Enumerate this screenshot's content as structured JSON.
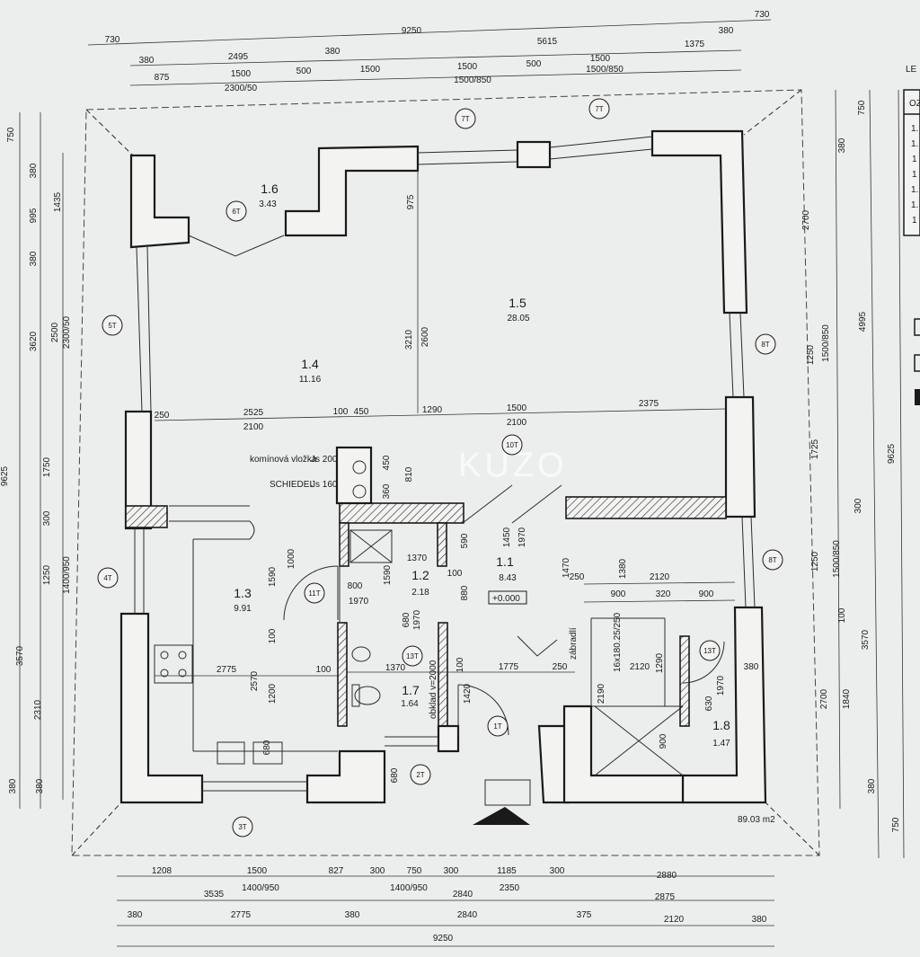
{
  "dims_top": {
    "r1": [
      "730",
      "9250",
      "730"
    ],
    "r2": [
      "380",
      "2495",
      "380",
      "5615",
      "1375",
      "380"
    ],
    "r3": [
      "875",
      "1500",
      "500",
      "1500",
      "1500",
      "500",
      "1500"
    ],
    "r4": [
      "2300/50",
      "1500/850",
      "1500/850"
    ]
  },
  "dims_bottom": {
    "r1": [
      "1208",
      "1500",
      "827",
      "300",
      "750",
      "300",
      "1185",
      "300",
      "2880"
    ],
    "r2": [
      "3535",
      "1400/950",
      "1400/950",
      "2840",
      "2350",
      "2875"
    ],
    "r3": [
      "380",
      "2775",
      "380",
      "2840",
      "375",
      "2120",
      "380"
    ],
    "r4": [
      "9250"
    ]
  },
  "dims_left": {
    "r1": [
      "750",
      "9625"
    ],
    "r2": [
      "380",
      "995",
      "380",
      "2500",
      "3620",
      "1750",
      "300",
      "1250",
      "3570",
      "2310",
      "380",
      "380"
    ],
    "r3": [
      "1435",
      "2300/50",
      "1400/950"
    ]
  },
  "dims_right": {
    "r1": [
      "750",
      "380",
      "2700",
      "4995",
      "9625",
      "1725",
      "1250",
      "300",
      "3570",
      "2700",
      "1840",
      "380",
      "750"
    ],
    "r2": [
      "1250",
      "1500/850",
      "1500/850",
      "100"
    ]
  },
  "rooms": [
    {
      "num": "1.6",
      "area": "3.43"
    },
    {
      "num": "1.5",
      "area": "28.05"
    },
    {
      "num": "1.4",
      "area": "11.16"
    },
    {
      "num": "1.3",
      "area": "9.91"
    },
    {
      "num": "1.2",
      "area": "2.18"
    },
    {
      "num": "1.1",
      "area": "8.43"
    },
    {
      "num": "1.7",
      "area": "1.64"
    },
    {
      "num": "1.8",
      "area": "1.47"
    }
  ],
  "tags": [
    "7T",
    "7T",
    "6T",
    "5T",
    "8T",
    "10T",
    "4T",
    "11T",
    "8T",
    "13T",
    "13T",
    "1T",
    "2T",
    "3T"
  ],
  "inner_dims": [
    "975",
    "3210",
    "2600",
    "250",
    "2525",
    "2100",
    "100",
    "450",
    "1290",
    "1500",
    "2100",
    "2375",
    "450",
    "810",
    "360",
    "590",
    "1450",
    "1970",
    "1370",
    "100",
    "1000",
    "1590",
    "1590",
    "800",
    "1970",
    "880",
    "1470",
    "250",
    "1380",
    "2120",
    "900",
    "320",
    "900",
    "1970",
    "680",
    "100",
    "2775",
    "1370",
    "100",
    "1775",
    "250",
    "2120",
    "1290",
    "380",
    "2570",
    "1200",
    "680",
    "1420",
    "2190",
    "900",
    "630",
    "1970",
    "680",
    "100"
  ],
  "labels": {
    "chimney1_a": "komínová vložka",
    "chimney1_b": "Js 200",
    "chimney2_a": "SCHIEDEL",
    "chimney2_b": "Js 160",
    "level": "+0.000",
    "tiles": "obklad v=2000",
    "stair": "16x180.25/250",
    "railing": "zábradlí",
    "total_area": "89.03 m2",
    "watermark": "KUZO",
    "legend_head": "LE",
    "legend_col": "OZ",
    "legend_rows": [
      "1.",
      "1.",
      "1",
      "1",
      "1.",
      "1.",
      "1"
    ]
  }
}
